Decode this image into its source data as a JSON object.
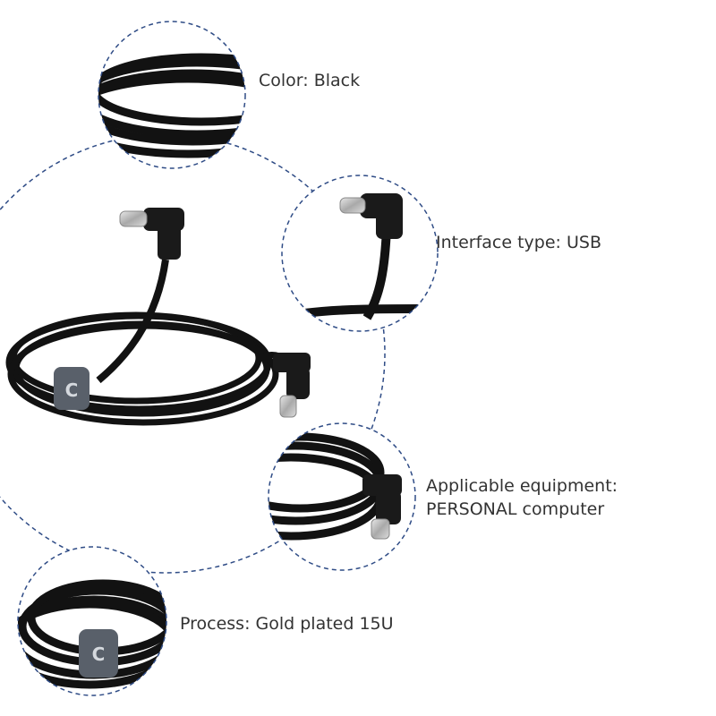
{
  "specs": {
    "color": "Color: Black",
    "interface": "Interface type: USB",
    "equipment": "Applicable equipment: PERSONAL computer",
    "process": "Process: Gold plated 15U"
  },
  "product_tag_text": "C",
  "colors": {
    "cable": "#121212",
    "dash_circle": "#2f4c86",
    "velcro_tag": "#59606a",
    "label_text": "#333333",
    "connector_metal": "#c8c8c8"
  }
}
